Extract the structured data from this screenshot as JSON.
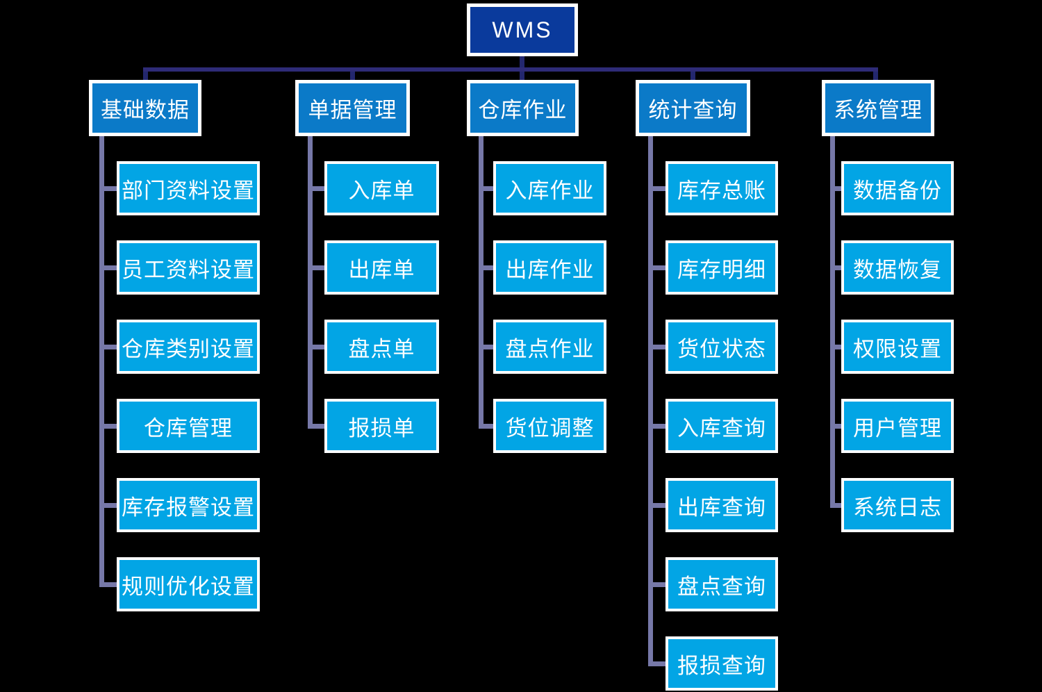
{
  "root": {
    "label": "WMS"
  },
  "columns": [
    {
      "label": "基础数据",
      "children": [
        "部门资料设置",
        "员工资料设置",
        "仓库类别设置",
        "仓库管理",
        "库存报警设置",
        "规则优化设置"
      ]
    },
    {
      "label": "单据管理",
      "children": [
        "入库单",
        "出库单",
        "盘点单",
        "报损单"
      ]
    },
    {
      "label": "仓库作业",
      "children": [
        "入库作业",
        "出库作业",
        "盘点作业",
        "货位调整"
      ]
    },
    {
      "label": "统计查询",
      "children": [
        "库存总账",
        "库存明细",
        "货位状态",
        "入库查询",
        "出库查询",
        "盘点查询",
        "报损查询"
      ]
    },
    {
      "label": "系统管理",
      "children": [
        "数据备份",
        "数据恢复",
        "权限设置",
        "用户管理",
        "系统日志"
      ]
    }
  ],
  "colors": {
    "background": "#000000",
    "root_fill": "#0a3a9c",
    "branch_fill": "#0b7ac8",
    "leaf_fill": "#02a5e5",
    "level1_line": "#2e2b77",
    "level1_stem": "#23276e",
    "level2_line": "#7678a8",
    "box_border": "#ffffff",
    "text": "#ffffff"
  }
}
